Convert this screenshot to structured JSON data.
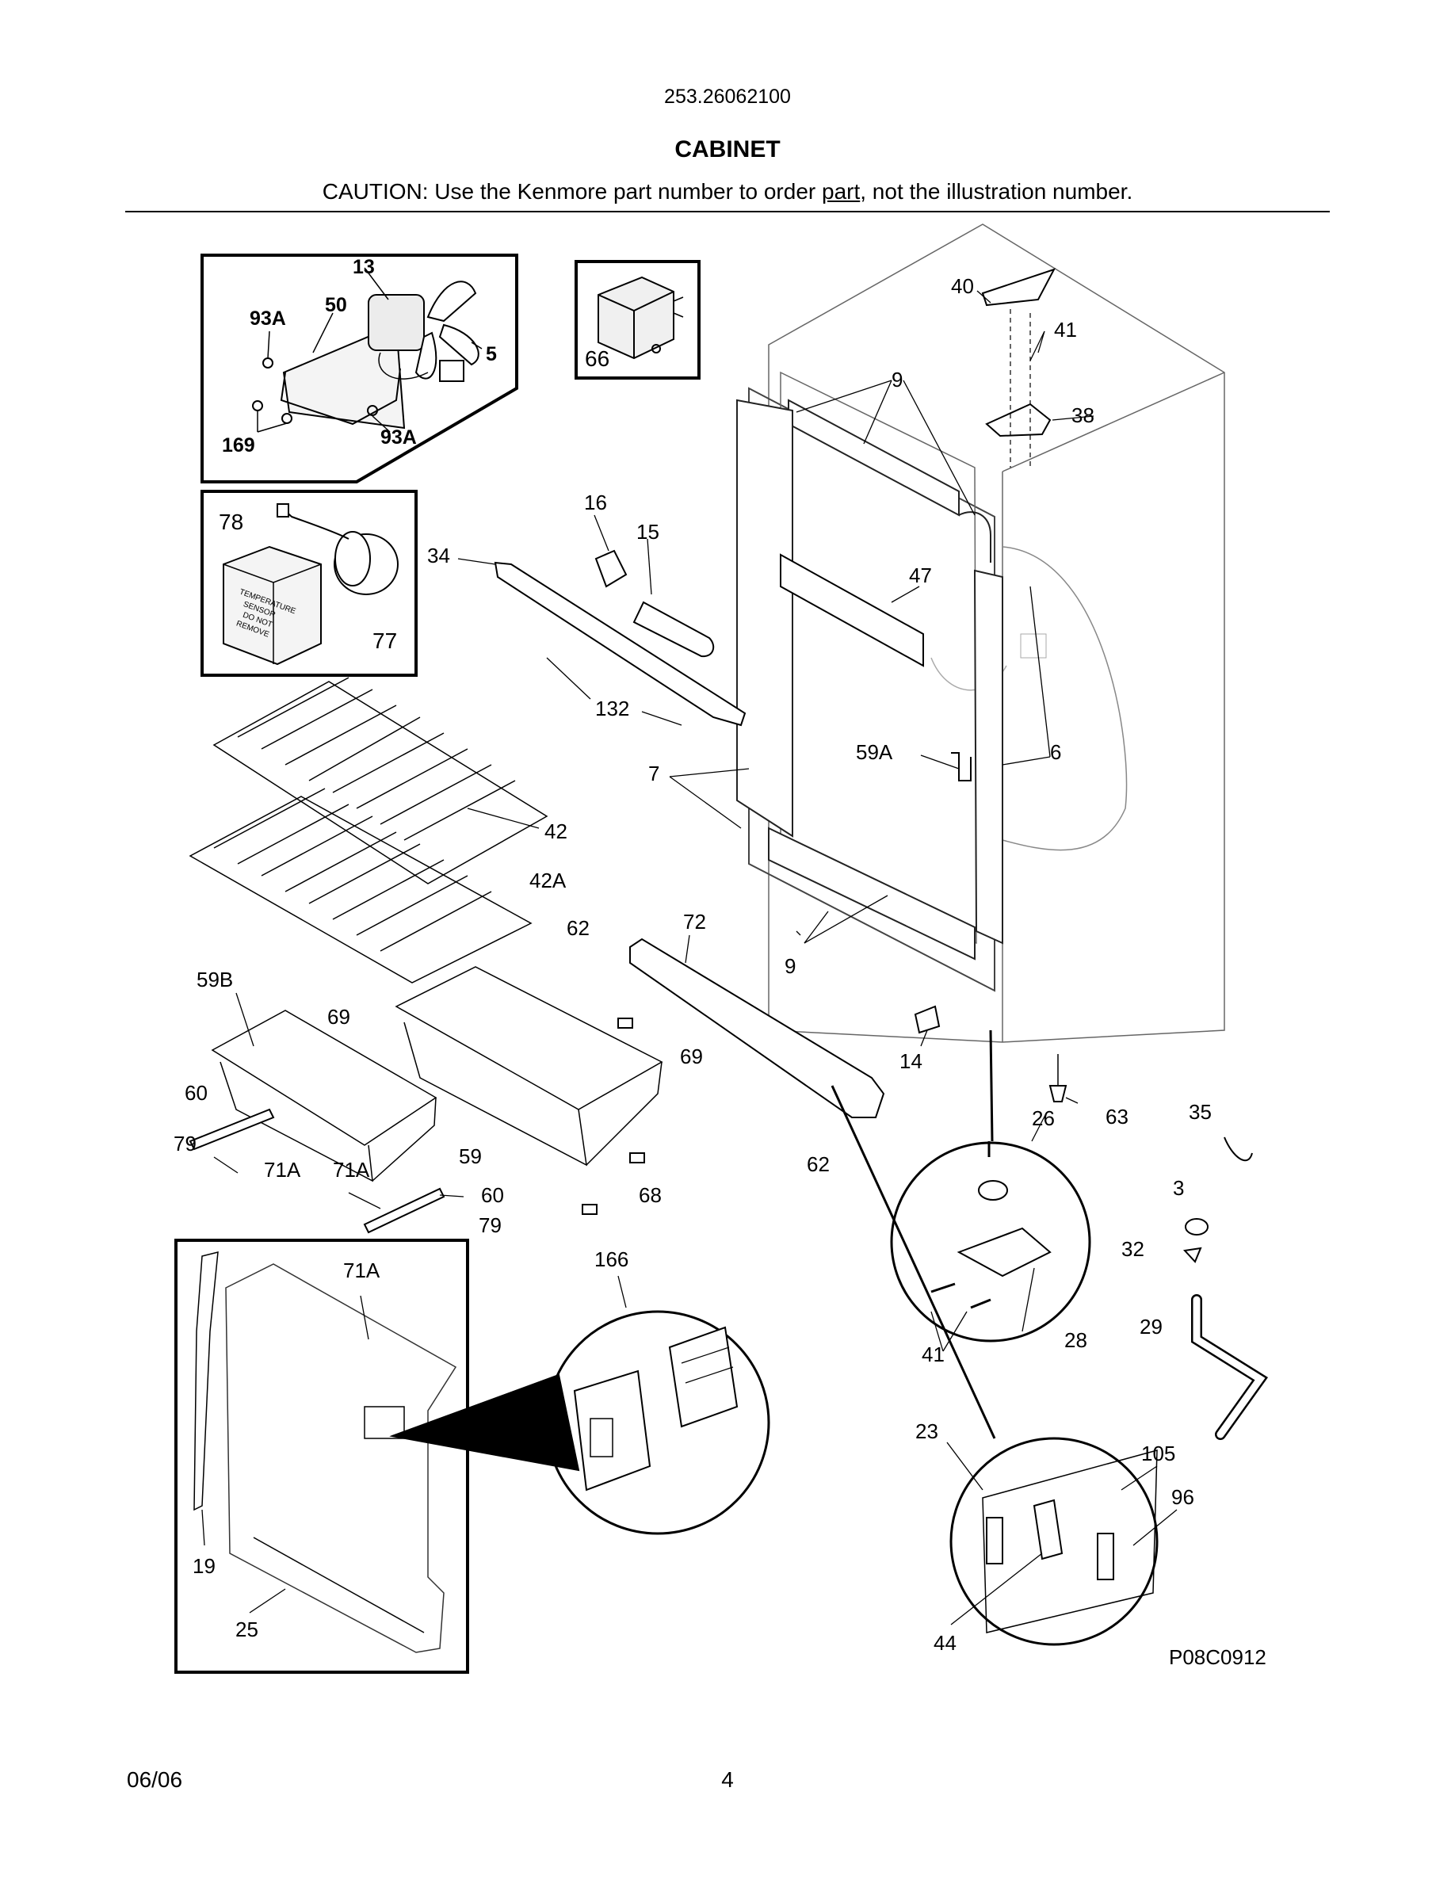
{
  "header": {
    "model_number": "253.26062100",
    "section_title": "CABINET",
    "caution_before": "CAUTION: Use the Kenmore part number to order ",
    "caution_link": "part",
    "caution_after": ", not the illustration number."
  },
  "diagram_code": "P08C0912",
  "footer": {
    "date": "06/06",
    "page": "4"
  },
  "inset_labels": {
    "fan_motor": [
      "13",
      "93A",
      "50",
      "5",
      "169",
      "93A"
    ],
    "relay": [
      "66"
    ],
    "sensor": [
      "78",
      "77"
    ],
    "sensor_sticker": [
      "TEMPERATURE",
      "SENSOR",
      "DO NOT",
      "REMOVE"
    ]
  },
  "part_labels": {
    "p40": "40",
    "p41a": "41",
    "p9a": "9",
    "p38": "38",
    "p16": "16",
    "p15": "15",
    "p34": "34",
    "p47": "47",
    "p132": "132",
    "p59A": "59A",
    "p6": "6",
    "p7": "7",
    "p42": "42",
    "p42A": "42A",
    "p62a": "62",
    "p72": "72",
    "p9b": "9",
    "p59B": "59B",
    "p69a": "69",
    "p69b": "69",
    "p14": "14",
    "p26": "26",
    "p63": "63",
    "p35": "35",
    "p60a": "60",
    "p79a": "79",
    "p71Aa": "71A",
    "p71Ab": "71A",
    "p59": "59",
    "p60b": "60",
    "p68": "68",
    "p79b": "79",
    "p62b": "62",
    "p3": "3",
    "p32": "32",
    "p29": "29",
    "p41b": "41",
    "p28": "28",
    "p71Ac": "71A",
    "p166": "166",
    "p23": "23",
    "p105": "105",
    "p96": "96",
    "p44": "44",
    "p19": "19",
    "p25": "25"
  }
}
